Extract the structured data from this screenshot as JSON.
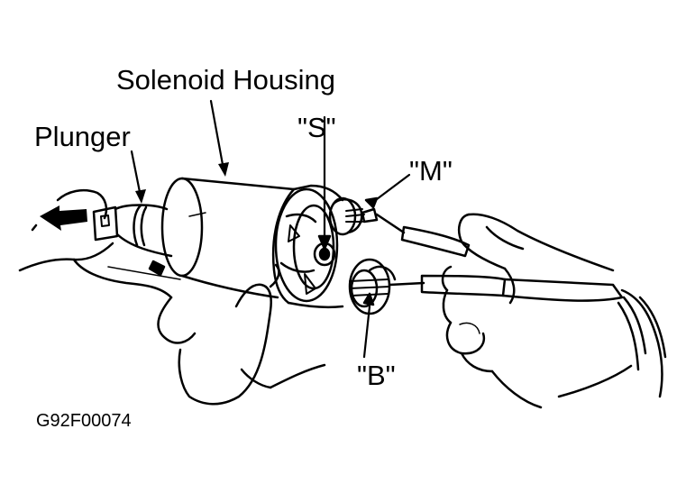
{
  "labels": {
    "solenoid_housing": "Solenoid Housing",
    "plunger": "Plunger",
    "terminal_s": "\"S\"",
    "terminal_m": "\"M\"",
    "terminal_b": "\"B\""
  },
  "figure_code": "G92F00074"
}
